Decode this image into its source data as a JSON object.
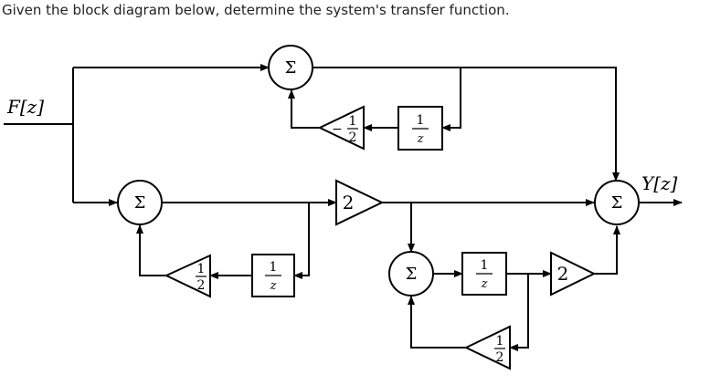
{
  "question": "Given the block diagram below, determine the system's transfer function.",
  "signals": {
    "input": "F[z]",
    "output": "Y[z]"
  },
  "symbols": {
    "sum": "Σ"
  },
  "delay": {
    "numerator": "1",
    "denominator": "z"
  },
  "gains": {
    "top_feedback": {
      "sign": "−",
      "num": "1",
      "den": "2"
    },
    "left_feedback": {
      "num": "1",
      "den": "2"
    },
    "center": "2",
    "right": "2",
    "bottom_feedback": {
      "num": "1",
      "den": "2"
    }
  }
}
